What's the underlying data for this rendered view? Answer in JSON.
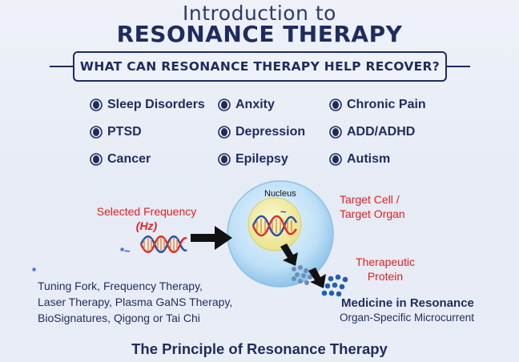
{
  "header": {
    "title_line1": "Introduction to",
    "title_line2": "RESONANCE THERAPY",
    "question": "WHAT CAN RESONANCE THERAPY HELP RECOVER?"
  },
  "conditions": {
    "col1": [
      "Sleep Disorders",
      "PTSD",
      "Cancer"
    ],
    "col2": [
      "Anxity",
      "Depression",
      "Epilepsy"
    ],
    "col3": [
      "Chronic Pain",
      "ADD/ADHD",
      "Autism"
    ]
  },
  "diagram": {
    "selected_frequency": "Selected Frequency",
    "hz": "(Hz)",
    "nucleus": "Nucleus",
    "target_line1": "Target Cell /",
    "target_line2": "Target Organ",
    "therapeutic_line1": "Therapeutic",
    "therapeutic_line2": "Protein",
    "asterisk_wave": "*~",
    "tilde": "~"
  },
  "footnote": {
    "asterisk": "*",
    "line1": "Tuning Fork, Frequency Therapy,",
    "line2": "Laser Therapy, Plasma GaNS Therapy,",
    "line3": "BioSignatures, Qigong or Tai Chi"
  },
  "medicine": {
    "title": "Medicine in Resonance",
    "subtitle": "Organ-Specific Microcurrent"
  },
  "footer": "The Principle of Resonance Therapy",
  "colors": {
    "navy": "#1e2c5e",
    "red": "#e02020",
    "cell_blue": "#bfe0f7",
    "nucleus_yellow": "#f3efa8",
    "protein_blue": "#2a6fbf"
  }
}
